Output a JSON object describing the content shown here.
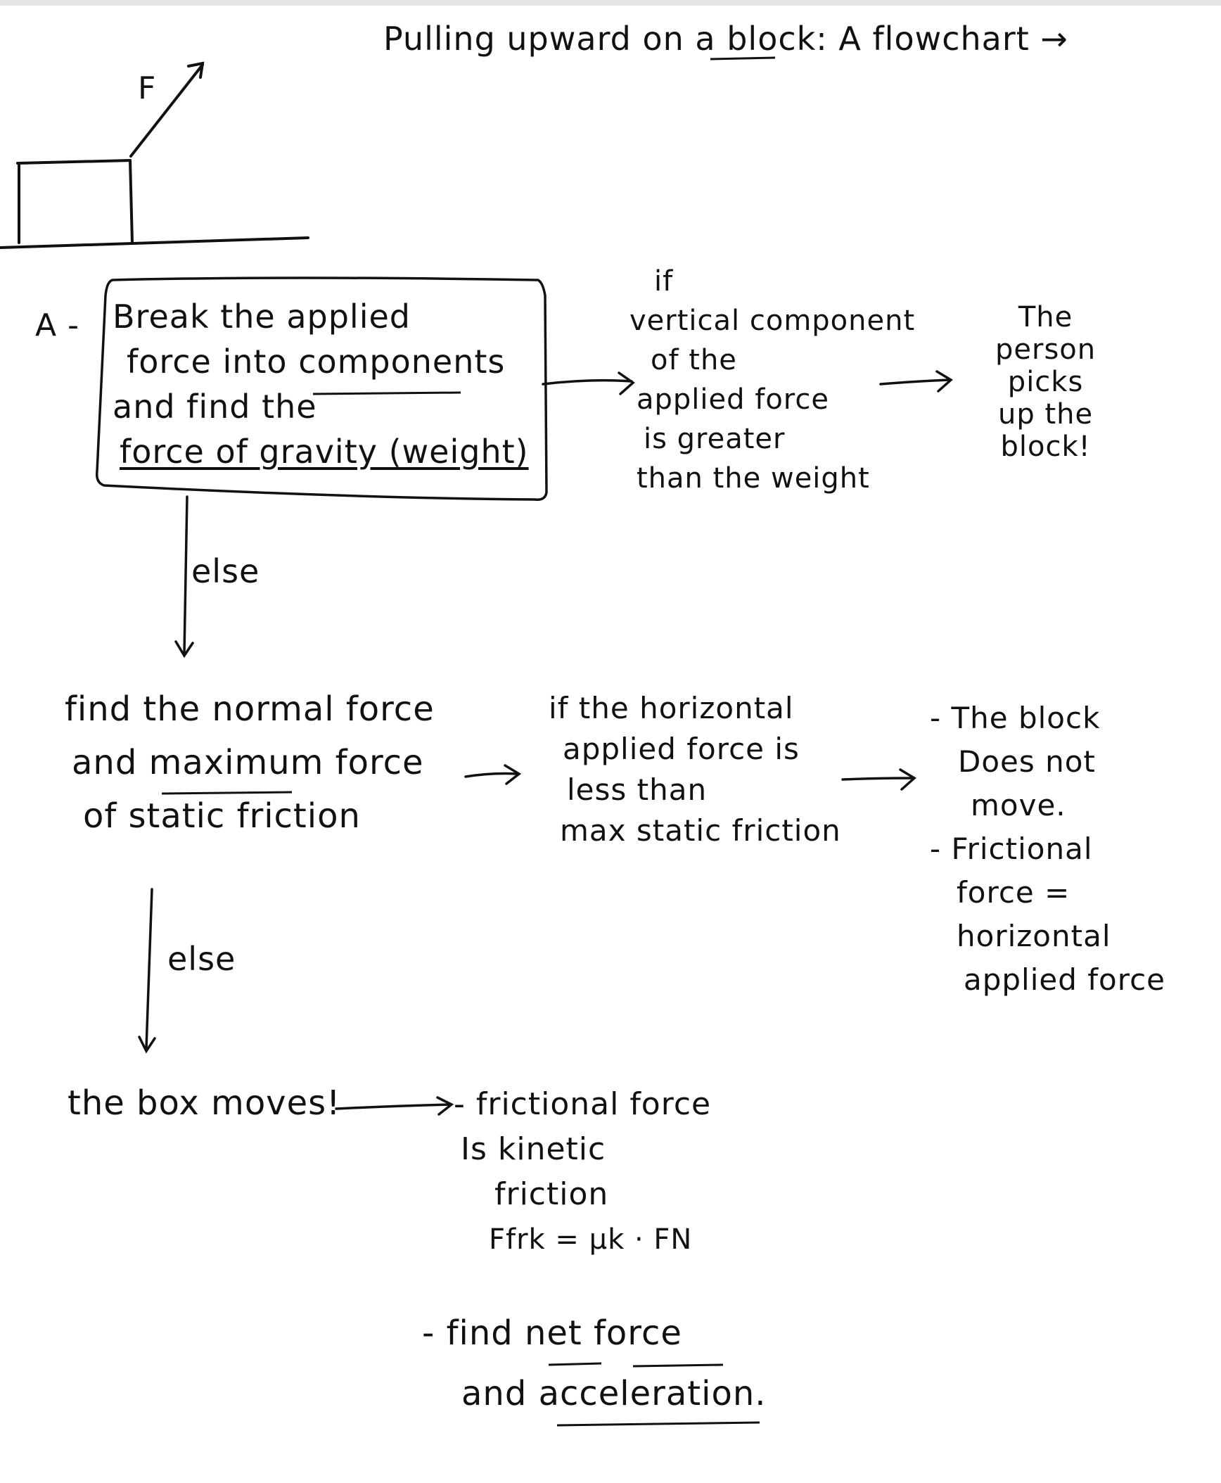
{
  "title": "Pulling upward on a block: A flowchart →",
  "sketch": {
    "force_label": "F"
  },
  "step_a": {
    "marker": "A -",
    "lines": [
      "Break the applied",
      "force into components",
      "and find the",
      "force of gravity (weight)"
    ]
  },
  "condition_1": {
    "lines": [
      "if",
      "vertical component",
      "of the",
      "applied force",
      "is greater",
      "than the weight"
    ]
  },
  "outcome_1": {
    "lines": [
      "The",
      "person",
      "picks",
      "up the",
      "block!"
    ]
  },
  "else_1": "else",
  "step_b": {
    "lines": [
      "find the normal force",
      "and maximum force",
      "of static friction"
    ]
  },
  "condition_2": {
    "lines": [
      "if the horizontal",
      "applied force is",
      "less than",
      "max static friction"
    ]
  },
  "outcome_2": {
    "lines": [
      "- The block",
      "Does not",
      "move.",
      "- Frictional",
      "force =",
      "horizontal",
      "applied force"
    ]
  },
  "else_2": "else",
  "step_c": "the box moves!",
  "outcome_3": {
    "lines": [
      "- frictional force",
      "Is kinetic",
      "friction",
      "Ffrk = μk · FN"
    ]
  },
  "final_step": {
    "lines": [
      "- find net force",
      "and acceleration."
    ]
  },
  "colors": {
    "ink": "#111111",
    "background": "#ffffff",
    "top_border": "#e6e6e6"
  }
}
